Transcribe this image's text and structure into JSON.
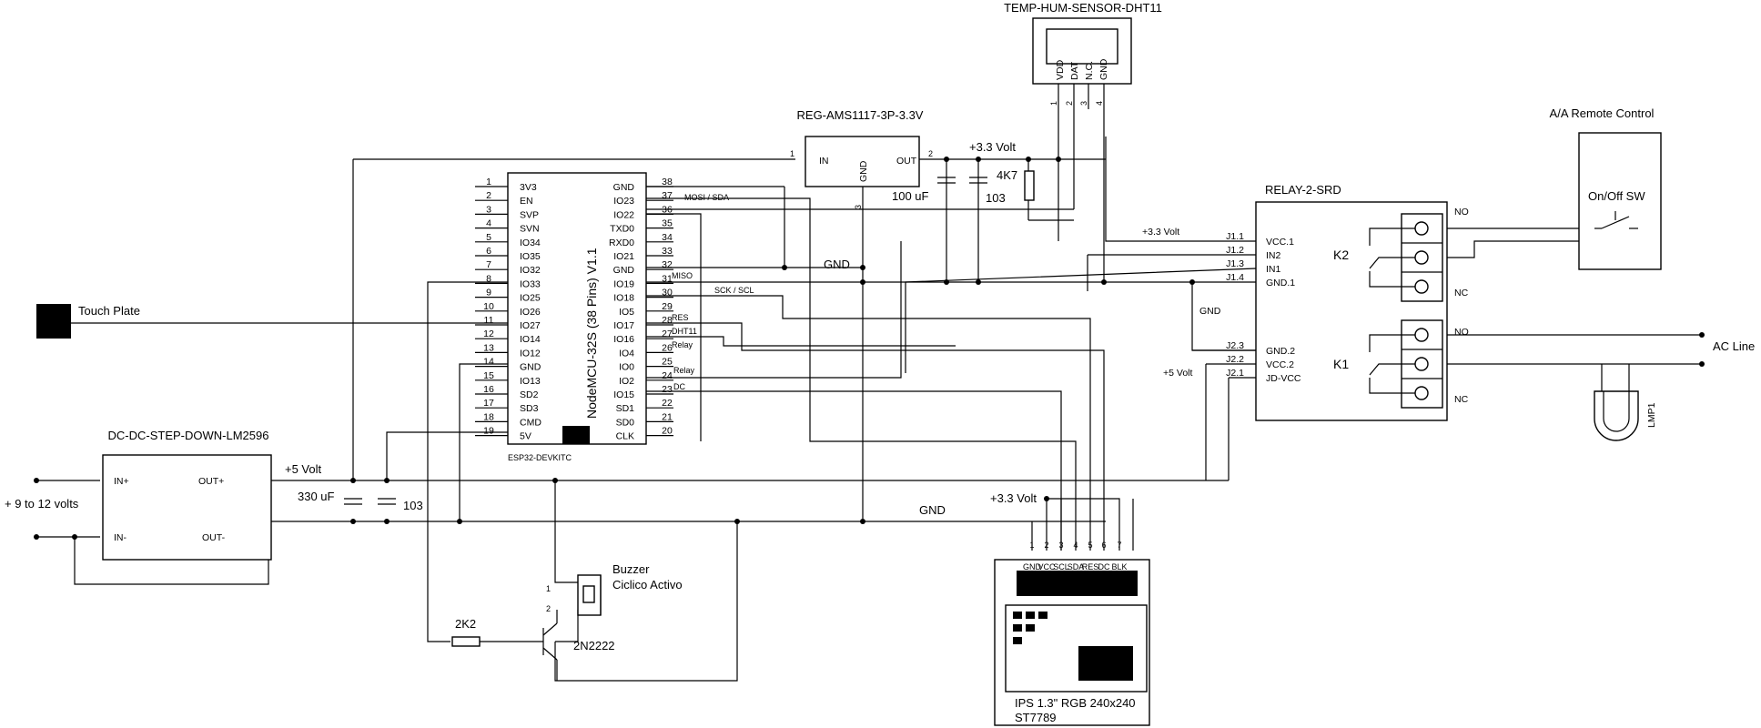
{
  "esp32": {
    "chip_title": "NodeMCU-32S (38 Pins) V1.1",
    "board_name": "ESP32-DEVKITC",
    "left_pins": [
      "3V3",
      "EN",
      "SVP",
      "SVN",
      "IO34",
      "IO35",
      "IO32",
      "IO33",
      "IO25",
      "IO26",
      "IO27",
      "IO14",
      "IO12",
      "GND",
      "IO13",
      "SD2",
      "SD3",
      "CMD",
      "5V"
    ],
    "left_nums": [
      "1",
      "2",
      "3",
      "4",
      "5",
      "6",
      "7",
      "8",
      "9",
      "10",
      "11",
      "12",
      "13",
      "14",
      "15",
      "16",
      "17",
      "18",
      "19"
    ],
    "right_pins": [
      "GND",
      "IO23",
      "IO22",
      "TXD0",
      "RXD0",
      "IO21",
      "GND",
      "IO19",
      "IO18",
      "IO5",
      "IO17",
      "IO16",
      "IO4",
      "IO0",
      "IO2",
      "IO15",
      "SD1",
      "SD0",
      "CLK"
    ],
    "right_nums": [
      "38",
      "37",
      "36",
      "35",
      "34",
      "33",
      "32",
      "31",
      "30",
      "29",
      "28",
      "27",
      "26",
      "25",
      "24",
      "23",
      "22",
      "21",
      "20"
    ],
    "signals": {
      "mosi_sda": "MOSI / SDA",
      "miso": "MISO",
      "sck_scl": "SCK / SCL",
      "res": "RES",
      "dht11": "DHT11",
      "relay_a": "Relay",
      "relay_b": "Relay",
      "dc": "DC"
    }
  },
  "dht11": {
    "title": "TEMP-HUM-SENSOR-DHT11",
    "pins": [
      "VDD",
      "DAT",
      "N.C.",
      "GND"
    ],
    "nums": [
      "1",
      "2",
      "3",
      "4"
    ]
  },
  "regulator": {
    "title": "REG-AMS1117-3P-3.3V",
    "in_label": "IN",
    "gnd_label": "GND",
    "out_label": "OUT",
    "pin_in": "1",
    "pin_out": "2",
    "pin_gnd": "3"
  },
  "passives": {
    "v33_top": "+3.3 Volt",
    "r_4k7": "4K7",
    "c_100uf": "100 uF",
    "c_103_top": "103",
    "c_330uf": "330 uF",
    "c_103_bottom": "103",
    "r_2k2": "2K2"
  },
  "remote": {
    "title": "A/A Remote Control",
    "switch_label": "On/Off SW"
  },
  "relay": {
    "title": "RELAY-2-SRD",
    "v33": "+3.3 Volt",
    "gnd": "GND",
    "v5": "+5 Volt",
    "j_labels": [
      "J1.1",
      "J1.2",
      "J1.3",
      "J1.4",
      "J2.3",
      "J2.2",
      "J2.1"
    ],
    "pins": [
      "VCC.1",
      "IN2",
      "IN1",
      "GND.1",
      "GND.2",
      "VCC.2",
      "JD-VCC"
    ],
    "k2": "K2",
    "k1": "K1",
    "no": "NO",
    "nc": "NC",
    "ac_line": "AC Line",
    "lamp": "LMP1"
  },
  "touch": {
    "label": "Touch Plate"
  },
  "buck": {
    "title": "DC-DC-STEP-DOWN-LM2596",
    "in_plus": "IN+",
    "in_minus": "IN-",
    "out_plus": "OUT+",
    "out_minus": "OUT-",
    "supply": "+ 9 to 12 volts"
  },
  "rails": {
    "v5_left": "+5 Volt",
    "gnd_mid": "GND",
    "gnd_bottom": "GND",
    "v33_lcd": "+3.3 Volt"
  },
  "buzzer": {
    "title_line1": "Buzzer",
    "title_line2": "Ciclico Activo",
    "pin1": "1",
    "pin2": "2",
    "transistor": "2N2222"
  },
  "lcd": {
    "pins": [
      "GND",
      "VCC",
      "SCL",
      "SDA",
      "RES",
      "DC",
      "BLK"
    ],
    "nums": [
      "1",
      "2",
      "3",
      "4",
      "5",
      "6",
      "7"
    ],
    "line1": "IPS 1.3\"  RGB 240x240",
    "line2": "ST7789"
  }
}
